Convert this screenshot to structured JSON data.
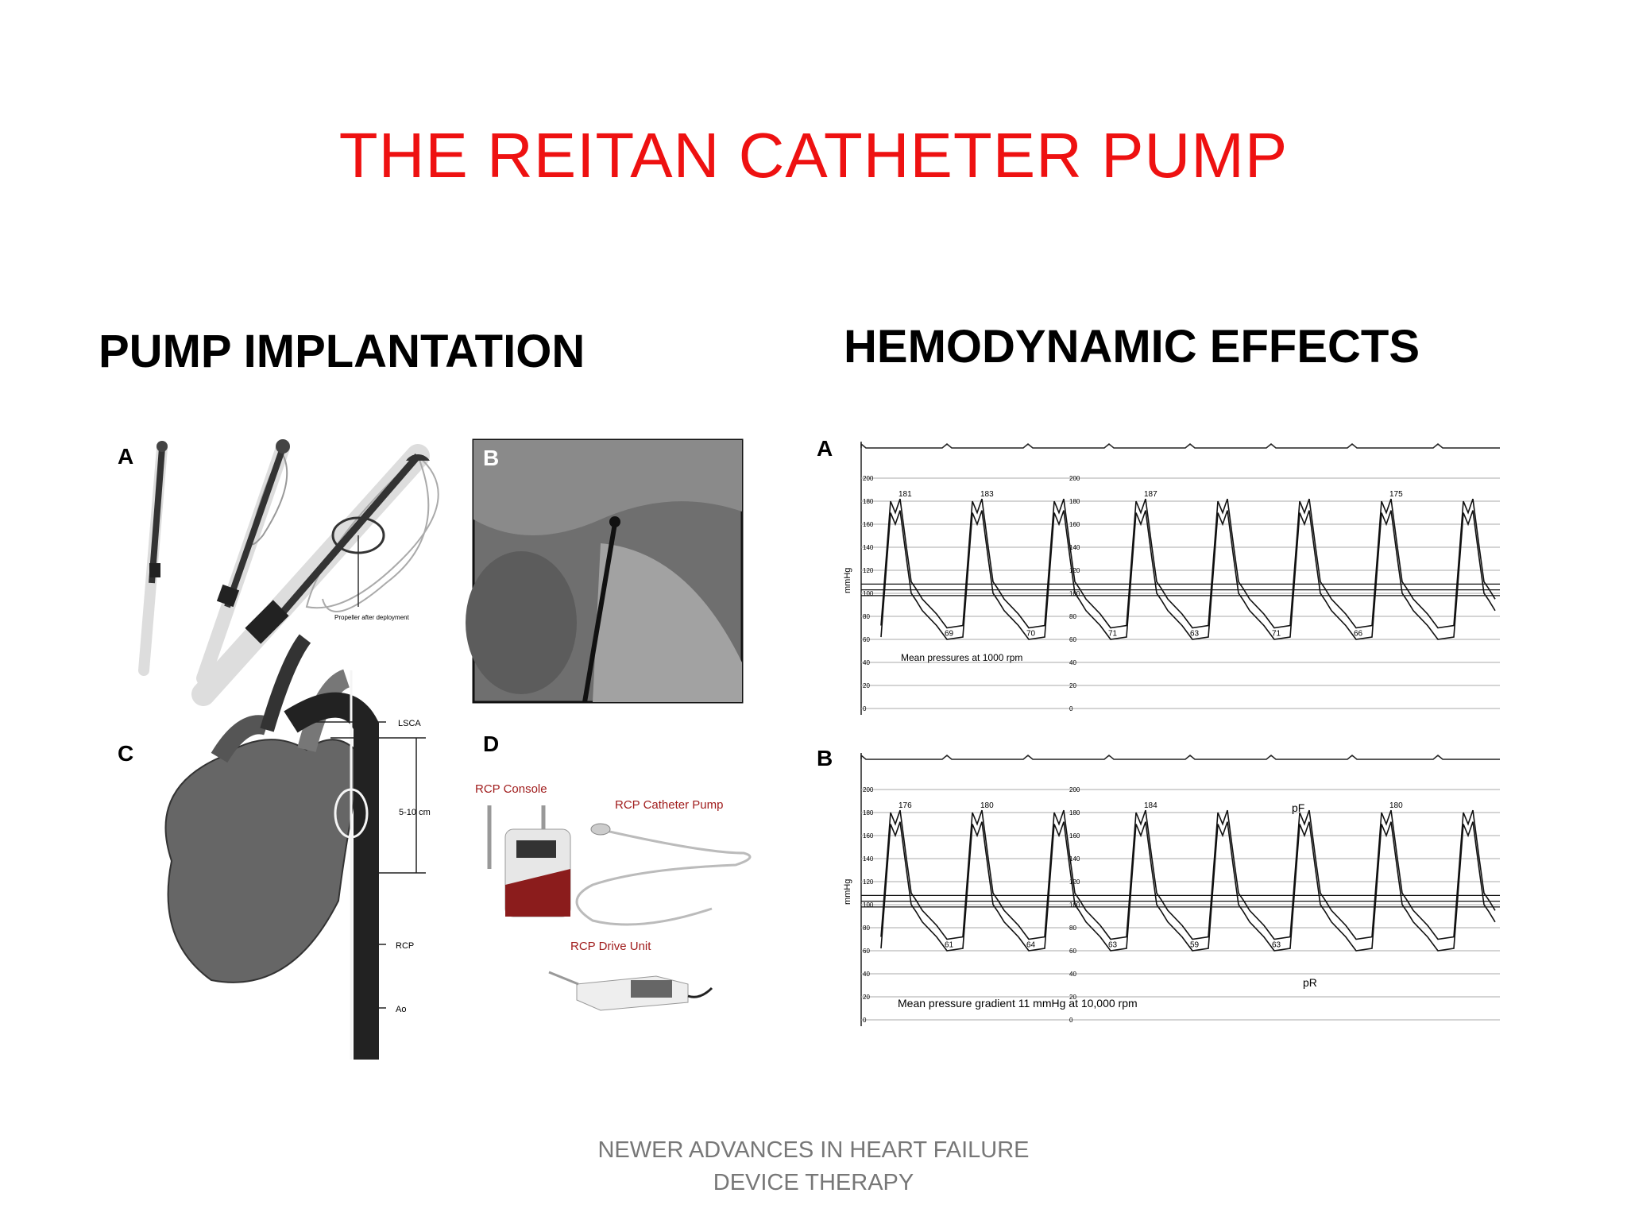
{
  "slide": {
    "title": "THE REITAN CATHETER PUMP",
    "left_heading": "PUMP IMPLANTATION",
    "right_heading": "HEMODYNAMIC EFFECTS",
    "footer_line1": "NEWER ADVANCES IN HEART FAILURE",
    "footer_line2": "DEVICE THERAPY",
    "title_color": "#ee1111"
  },
  "implant_figure": {
    "panel_a": "A",
    "panel_b": "B",
    "panel_c": "C",
    "panel_d": "D",
    "propeller_label": "Propeller after deployment",
    "lsca": "LSCA",
    "distance": "5-10 cm",
    "rcp": "RCP",
    "ao": "Ao",
    "rcp_console": "RCP Console",
    "rcp_catheter_pump": "RCP Catheter Pump",
    "rcp_drive_unit": "RCP Drive Unit"
  },
  "hemo_figure": {
    "panel_a": "A",
    "panel_b": "B",
    "ylabel": "mmHg",
    "ticks": [
      "200",
      "180",
      "160",
      "140",
      "120",
      "100",
      "80",
      "60",
      "40",
      "20",
      "0"
    ],
    "annot_a": "Mean pressures at 1000 rpm",
    "annot_b": "Mean pressure gradient 11 mmHg at 10,000 rpm",
    "pF": "pF",
    "pR": "pR",
    "peaks_a": [
      "181",
      "183",
      "187",
      "175"
    ],
    "troughs_a": [
      "69",
      "70",
      "71",
      "63",
      "71",
      "66"
    ],
    "peaks_b": [
      "176",
      "180",
      "184",
      "180"
    ],
    "troughs_b": [
      "61",
      "64",
      "63",
      "59",
      "63"
    ]
  }
}
